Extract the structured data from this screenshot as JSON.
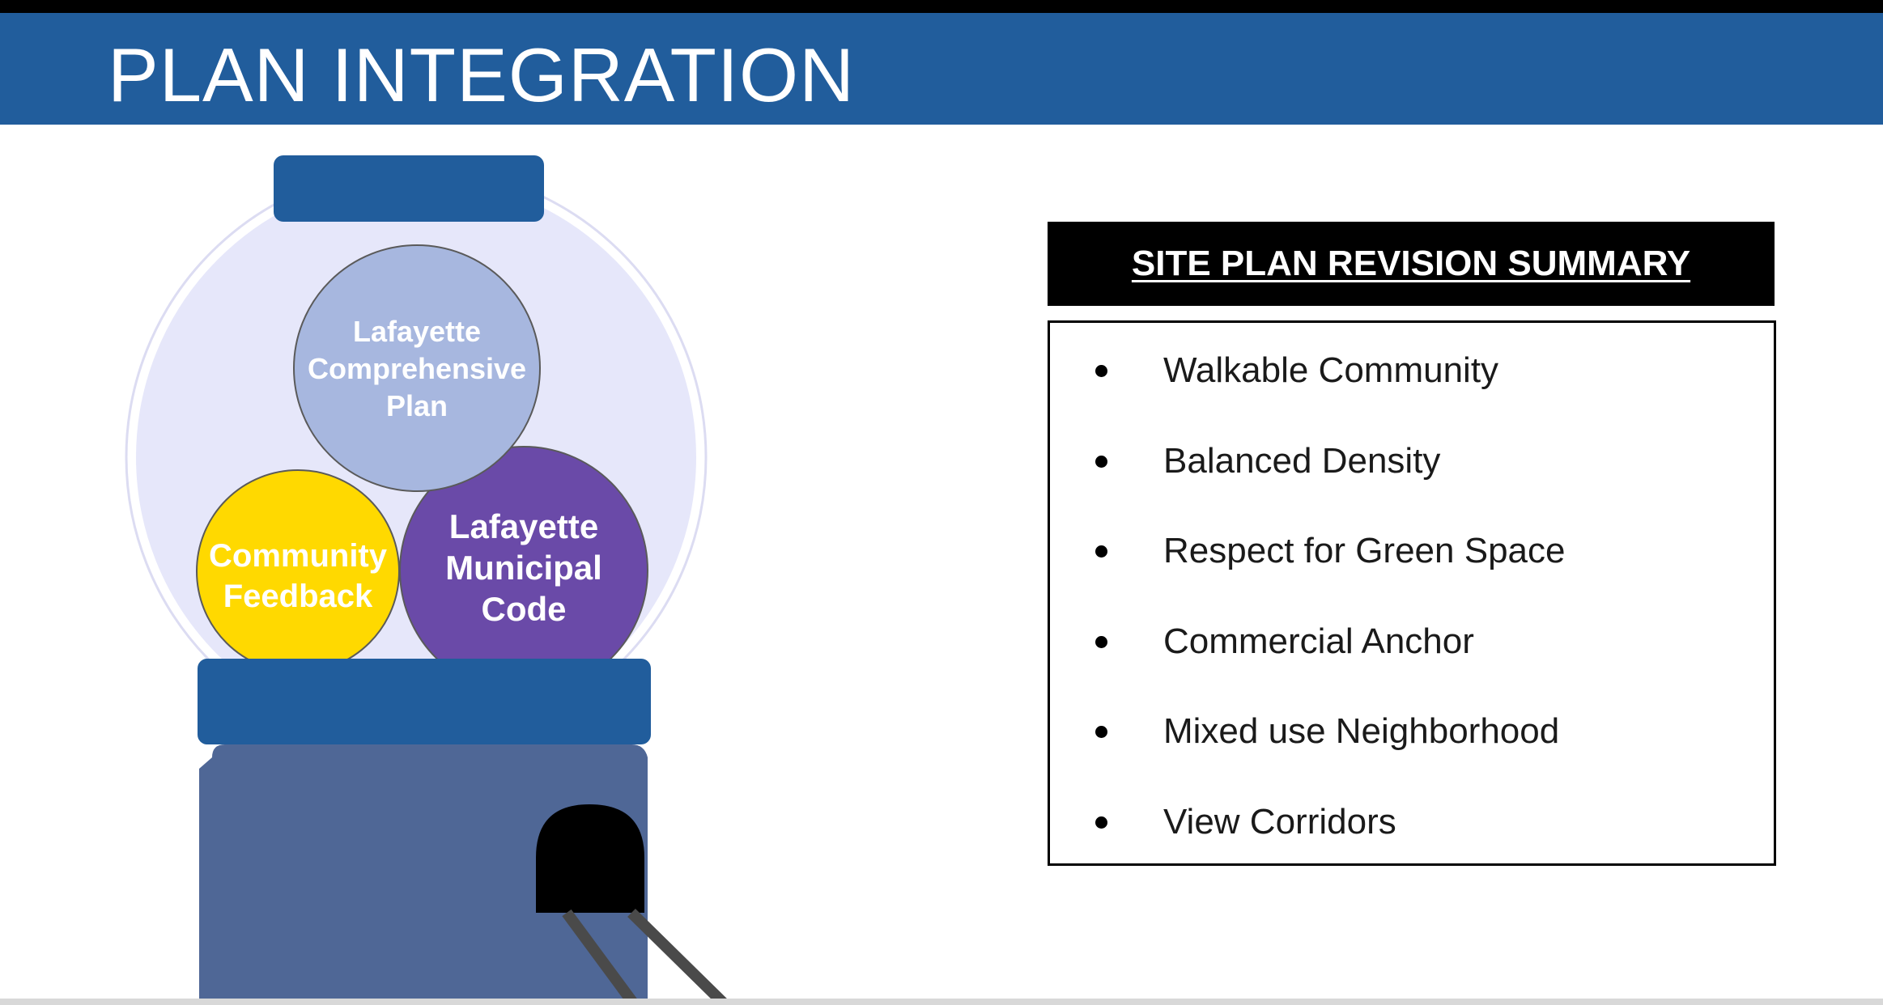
{
  "title": "PLAN INTEGRATION",
  "machine": {
    "top_circle": [
      "Lafayette",
      "Comprehensive",
      "Plan"
    ],
    "left_circle": [
      "Community",
      "Feedback"
    ],
    "right_circle": [
      "Lafayette",
      "Municipal",
      "Code"
    ]
  },
  "summary": {
    "header": "SITE PLAN REVISION SUMMARY",
    "items": [
      "Walkable Community",
      "Balanced Density",
      "Respect for Green Space",
      "Commercial Anchor",
      "Mixed use Neighborhood",
      "View Corridors"
    ]
  },
  "colors": {
    "title_bar": "#215d9c",
    "machine_blue": "#215d9c",
    "machine_body": "#4f6796",
    "globe": "#e6e7fa",
    "top_circle": "#a7b7df",
    "left_circle": "#ffd900",
    "right_circle": "#6a4aa8"
  }
}
